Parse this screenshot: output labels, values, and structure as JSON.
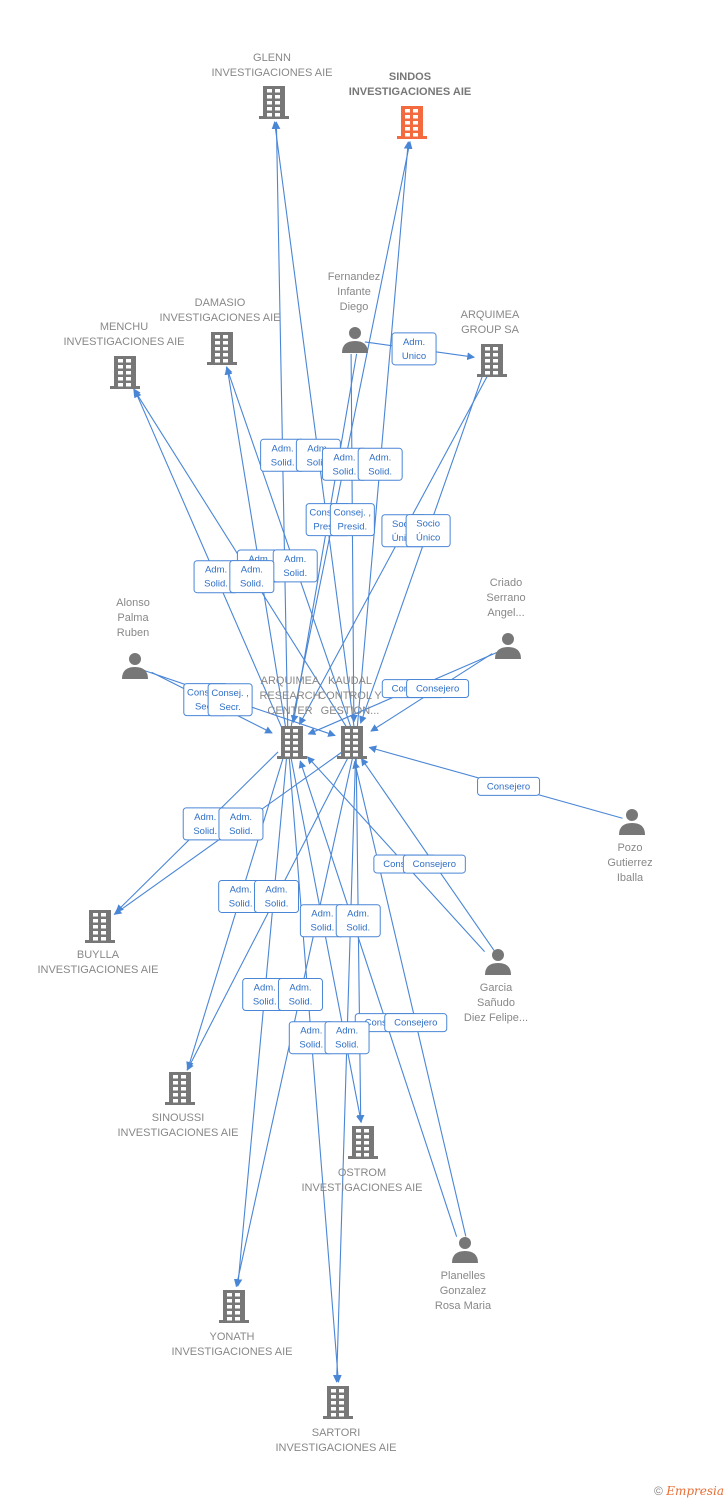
{
  "colors": {
    "edge": "#4a86d6",
    "company": "#777777",
    "focus_company": "#f26a3d",
    "person": "#777777"
  },
  "nodes": [
    {
      "id": "glenn",
      "type": "company",
      "lines": [
        "GLENN",
        "INVESTIGACIONES AIE"
      ]
    },
    {
      "id": "sindos",
      "type": "company",
      "focus": true,
      "lines": [
        "SINDOS",
        "INVESTIGACIONES AIE"
      ]
    },
    {
      "id": "damasio",
      "type": "company",
      "lines": [
        "DAMASIO",
        "INVESTIGACIONES AIE"
      ]
    },
    {
      "id": "menchu",
      "type": "company",
      "lines": [
        "MENCHU",
        "INVESTIGACIONES AIE"
      ]
    },
    {
      "id": "fernandez",
      "type": "person",
      "lines": [
        "Fernandez",
        "Infante",
        "Diego"
      ]
    },
    {
      "id": "arquimea_group",
      "type": "company",
      "lines": [
        "ARQUIMEA",
        "GROUP SA"
      ]
    },
    {
      "id": "alonso",
      "type": "person",
      "lines": [
        "Alonso",
        "Palma",
        "Ruben"
      ]
    },
    {
      "id": "criado",
      "type": "person",
      "lines": [
        "Criado",
        "Serrano",
        "Angel..."
      ]
    },
    {
      "id": "arquimea_rc",
      "type": "company",
      "lines": [
        "ARQUIMEA",
        "RESEARCH",
        "CENTER"
      ]
    },
    {
      "id": "kaudal",
      "type": "company",
      "lines": [
        "KAUDAL",
        "CONTROL Y",
        "GESTION..."
      ]
    },
    {
      "id": "pozo",
      "type": "person",
      "lines": [
        "Pozo",
        "Gutierrez",
        "Iballa"
      ]
    },
    {
      "id": "buylla",
      "type": "company",
      "lines": [
        "BUYLLA",
        "INVESTIGACIONES AIE"
      ]
    },
    {
      "id": "garcia",
      "type": "person",
      "lines": [
        "Garcia",
        "Sañudo",
        "Diez Felipe..."
      ]
    },
    {
      "id": "sinoussi",
      "type": "company",
      "lines": [
        "SINOUSSI",
        "INVESTIGACIONES AIE"
      ]
    },
    {
      "id": "ostrom",
      "type": "company",
      "lines": [
        "OSTROM",
        "INVESTIGACIONES AIE"
      ]
    },
    {
      "id": "planelles",
      "type": "person",
      "lines": [
        "Planelles",
        "Gonzalez",
        "Rosa Maria"
      ]
    },
    {
      "id": "yonath",
      "type": "company",
      "lines": [
        "YONATH",
        "INVESTIGACIONES AIE"
      ]
    },
    {
      "id": "sartori",
      "type": "company",
      "lines": [
        "SARTORI",
        "INVESTIGACIONES AIE"
      ]
    }
  ],
  "edges": [
    {
      "from": "arquimea_rc",
      "to": "glenn",
      "label": [
        "Adm.",
        "Solid."
      ]
    },
    {
      "from": "kaudal",
      "to": "glenn",
      "label": [
        "Adm.",
        "Solid."
      ]
    },
    {
      "from": "arquimea_rc",
      "to": "sindos",
      "label": [
        "Adm.",
        "Solid."
      ]
    },
    {
      "from": "kaudal",
      "to": "sindos",
      "label": [
        "Adm.",
        "Solid."
      ]
    },
    {
      "from": "arquimea_rc",
      "to": "damasio",
      "label": [
        "Adm.",
        "Solid."
      ]
    },
    {
      "from": "kaudal",
      "to": "damasio",
      "label": [
        "Adm.",
        "Solid."
      ]
    },
    {
      "from": "arquimea_rc",
      "to": "menchu",
      "label": [
        "Adm.",
        "Solid."
      ]
    },
    {
      "from": "kaudal",
      "to": "menchu",
      "label": [
        "Adm.",
        "Solid."
      ]
    },
    {
      "from": "fernandez",
      "to": "arquimea_group",
      "label": [
        "Adm.",
        "Unico"
      ]
    },
    {
      "from": "fernandez",
      "to": "arquimea_rc",
      "label": [
        "Consej. ,",
        "Presid."
      ]
    },
    {
      "from": "fernandez",
      "to": "kaudal",
      "label": [
        "Consej. ,",
        "Presid."
      ]
    },
    {
      "from": "arquimea_group",
      "to": "arquimea_rc",
      "label": [
        "Socio",
        "Único"
      ]
    },
    {
      "from": "arquimea_group",
      "to": "kaudal",
      "label": [
        "Socio",
        "Único"
      ]
    },
    {
      "from": "alonso",
      "to": "arquimea_rc",
      "label": [
        "Consej. ,",
        "Secr."
      ]
    },
    {
      "from": "alonso",
      "to": "kaudal",
      "label": [
        "Consej. ,",
        "Secr."
      ]
    },
    {
      "from": "criado",
      "to": "arquimea_rc",
      "label": [
        "Consejero"
      ]
    },
    {
      "from": "criado",
      "to": "kaudal",
      "label": [
        "Consejero"
      ]
    },
    {
      "from": "pozo",
      "to": "kaudal",
      "label": [
        "Consejero"
      ]
    },
    {
      "from": "garcia",
      "to": "arquimea_rc",
      "label": [
        "Consejero"
      ]
    },
    {
      "from": "garcia",
      "to": "kaudal",
      "label": [
        "Consejero"
      ]
    },
    {
      "from": "planelles",
      "to": "arquimea_rc",
      "label": [
        "Consejero"
      ]
    },
    {
      "from": "planelles",
      "to": "kaudal",
      "label": [
        "Consejero"
      ]
    },
    {
      "from": "arquimea_rc",
      "to": "buylla",
      "label": [
        "Adm.",
        "Solid."
      ]
    },
    {
      "from": "kaudal",
      "to": "buylla",
      "label": [
        "Adm.",
        "Solid."
      ]
    },
    {
      "from": "arquimea_rc",
      "to": "sinoussi",
      "label": [
        "Adm.",
        "Solid."
      ]
    },
    {
      "from": "kaudal",
      "to": "sinoussi",
      "label": [
        "Adm.",
        "Solid."
      ]
    },
    {
      "from": "arquimea_rc",
      "to": "ostrom",
      "label": [
        "Adm.",
        "Solid."
      ]
    },
    {
      "from": "kaudal",
      "to": "ostrom",
      "label": [
        "Adm.",
        "Solid."
      ]
    },
    {
      "from": "arquimea_rc",
      "to": "yonath",
      "label": [
        "Adm.",
        "Solid."
      ]
    },
    {
      "from": "kaudal",
      "to": "yonath",
      "label": [
        "Adm.",
        "Solid."
      ]
    },
    {
      "from": "arquimea_rc",
      "to": "sartori",
      "label": [
        "Adm.",
        "Solid."
      ]
    },
    {
      "from": "kaudal",
      "to": "sartori",
      "label": [
        "Adm.",
        "Solid."
      ]
    }
  ],
  "footer": {
    "copyright": "©",
    "brand": "Empresia"
  }
}
